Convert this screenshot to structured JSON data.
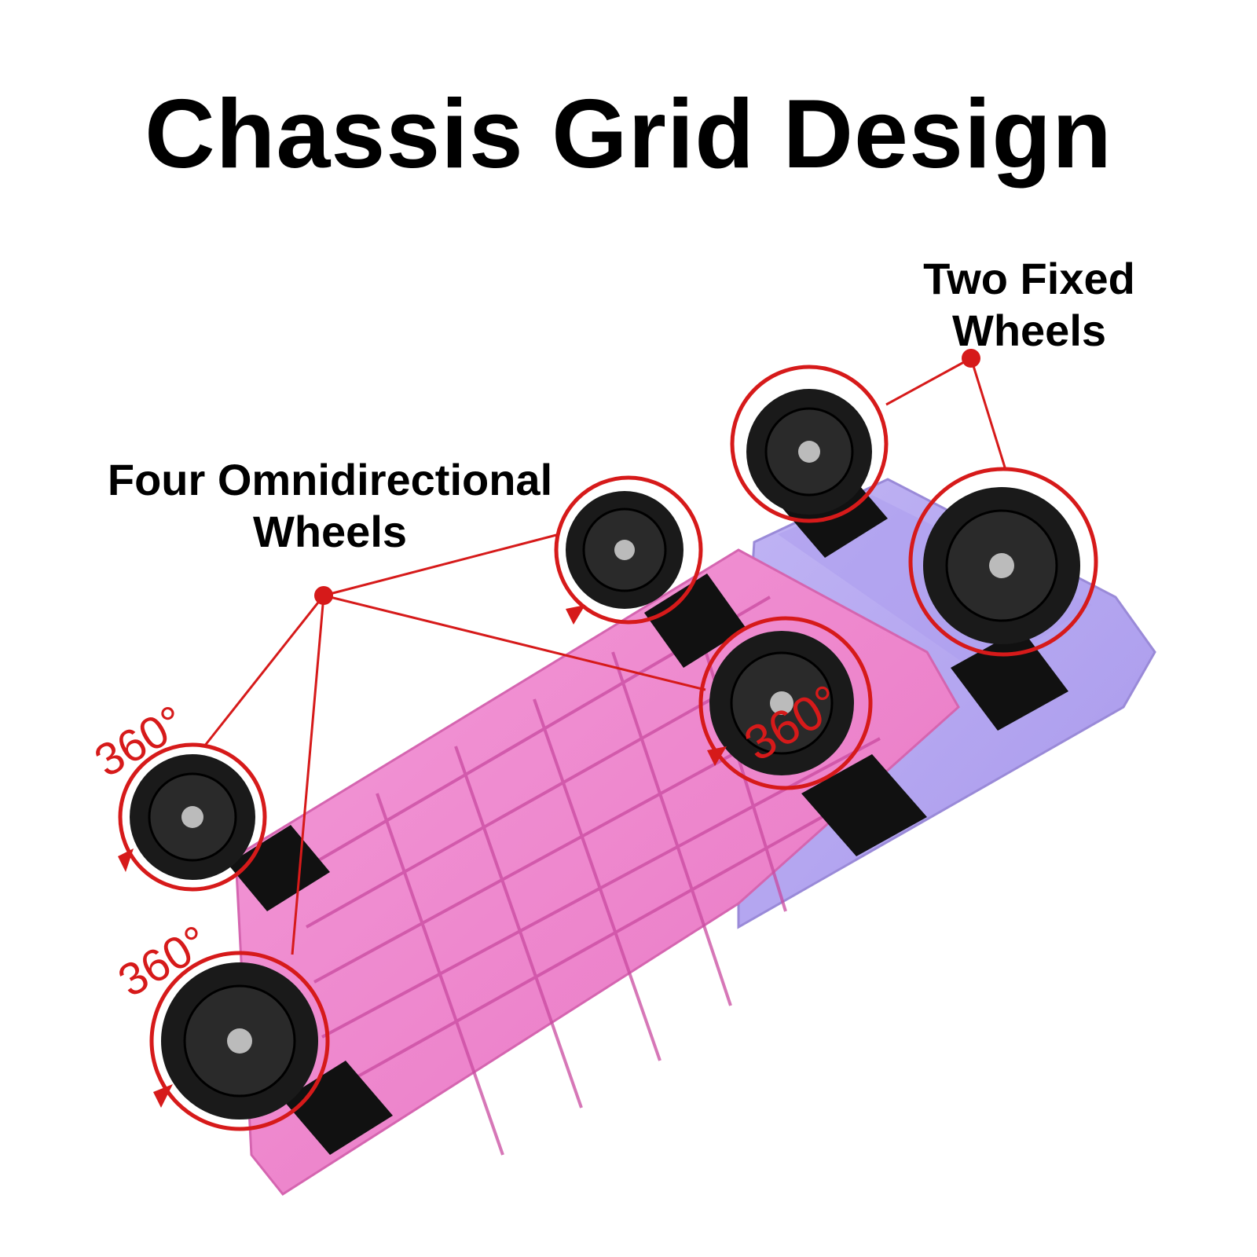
{
  "title": "Chassis Grid Design",
  "labels": {
    "omni_line1": "Four Omnidirectional",
    "omni_line2": "Wheels",
    "fixed_line1": "Two Fixed",
    "fixed_line2": "Wheels"
  },
  "rotation_marks": [
    "360°",
    "360°",
    "360°"
  ],
  "colors": {
    "pink_body": "#f08ad0",
    "purple_body": "#b4a8f0",
    "wheel": "#1a1a1a",
    "callout_red": "#d61a1a"
  }
}
